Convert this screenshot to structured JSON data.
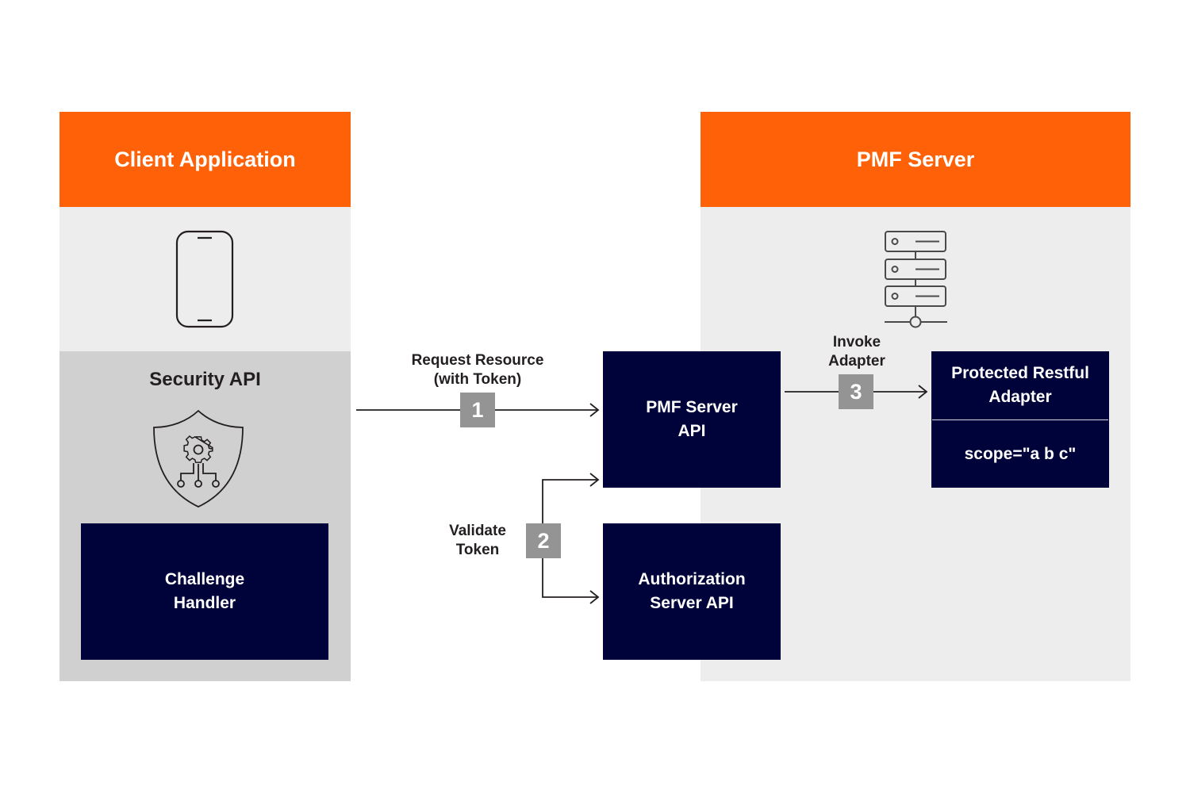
{
  "client_panel": {
    "header": "Client Application",
    "device_icon": "smartphone-icon",
    "security_section_title": "Security API",
    "security_icon": "shield-gear-circuit-icon",
    "challenge_handler": [
      "Challenge",
      "Handler"
    ]
  },
  "server_panel": {
    "header": "PMF Server",
    "server_icon": "server-rack-icon",
    "pmf_server_api": [
      "PMF Server",
      "API"
    ],
    "authorization_server_api": [
      "Authorization",
      "Server API"
    ],
    "protected_adapter": {
      "title": [
        "Protected Restful",
        "Adapter"
      ],
      "scope": "scope=\"a b c\""
    }
  },
  "flows": [
    {
      "step": "1",
      "label": [
        "Request Resource",
        "(with Token)"
      ],
      "from": "Security API",
      "to": "PMF Server API"
    },
    {
      "step": "2",
      "label": [
        "Validate",
        "Token"
      ],
      "from": "PMF Server API",
      "to": "Authorization Server API"
    },
    {
      "step": "3",
      "label": [
        "Invoke",
        "Adapter"
      ],
      "from": "PMF Server API",
      "to": "Protected Restful Adapter"
    }
  ],
  "colors": {
    "header_orange": "#ff6109",
    "navy": "#00023a",
    "step_gray": "#949494",
    "panel_light": "#ededed",
    "panel_mid": "#d1d0d1"
  }
}
